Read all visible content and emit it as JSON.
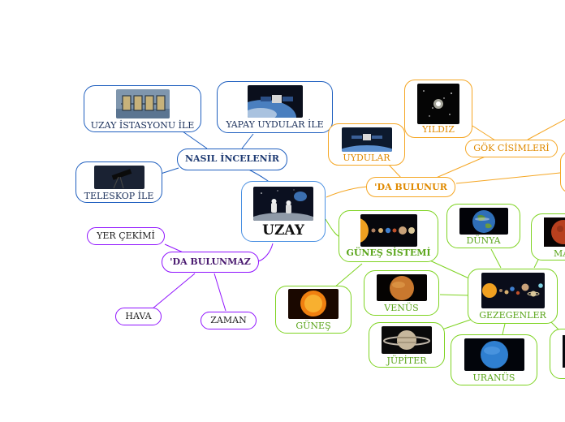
{
  "colors": {
    "blue": "#1f5fbf",
    "orange": "#f5a623",
    "green": "#7ed321",
    "purple": "#9013fe",
    "central": "#4a90e2",
    "dark_text": "#111111"
  },
  "central": {
    "label": "UZAY",
    "icon": "astronauts-moon-image"
  },
  "nasil": {
    "label": "NASIL İNCELENİR",
    "istasyon": "UZAY İSTASYONU İLE",
    "yapay": "YAPAY UYDULAR İLE",
    "teleskop": "TELESKOP İLE"
  },
  "bulunmaz": {
    "label": "'DA BULUNMAZ",
    "yer": "YER ÇEKİMİ",
    "hava": "HAVA",
    "zaman": "ZAMAN"
  },
  "bulunur": {
    "label": "'DA BULUNUR",
    "uydular": "UYDULAR",
    "yildiz": "YILDIZ",
    "gok": "GÖK CİSİMLERİ"
  },
  "gunes_sistemi": {
    "label": "GÜNEŞ SİSTEMİ",
    "gunes": "GÜNEŞ",
    "gezegenler": "GEZEGENLER",
    "dunya": "DÜNYA",
    "mars": "MA",
    "venus": "VENÜS",
    "jupiter": "JÜPİTER",
    "uranus": "URANÜS"
  }
}
